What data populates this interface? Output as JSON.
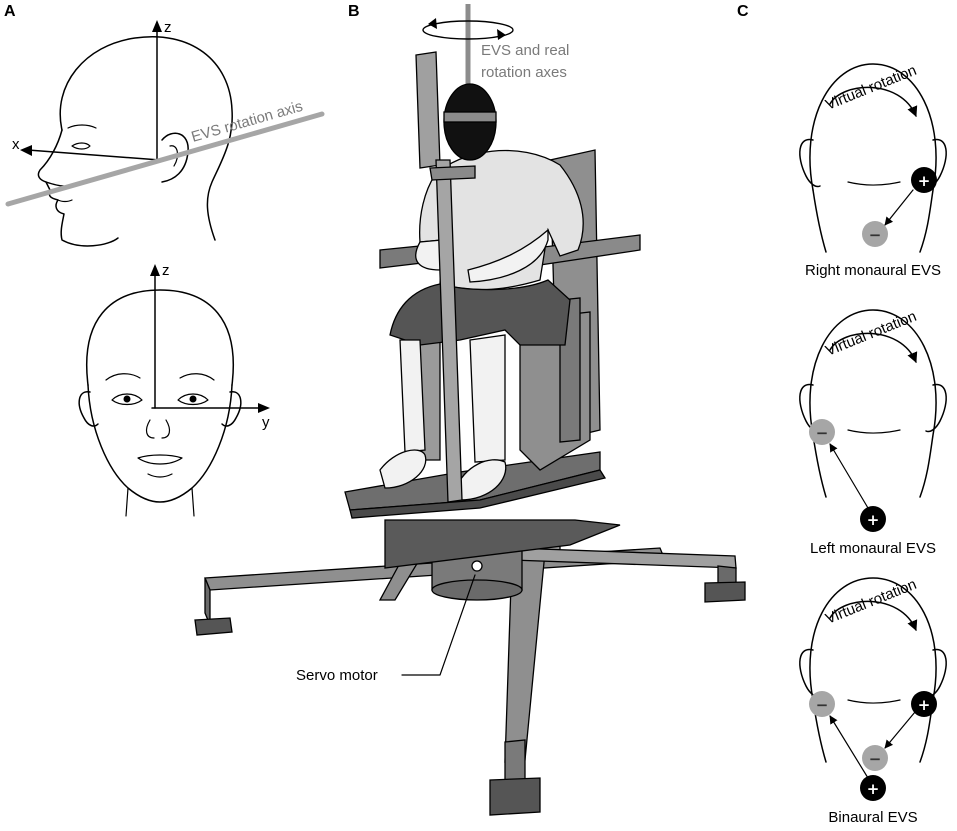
{
  "panels": {
    "a": {
      "letter": "A",
      "axis_x": "x",
      "axis_y": "y",
      "axis_z_top": "z",
      "axis_z_bottom": "z",
      "evs_axis_label": "EVS rotation axis",
      "evs_axis_color": "#a6a6a6"
    },
    "b": {
      "letter": "B",
      "rotation_label_line1": "EVS and real",
      "rotation_label_line2": "rotation axes",
      "servo_label": "Servo motor",
      "axis_color": "#8c8c8c"
    },
    "c": {
      "letter": "C",
      "virtual_rotation": "Virtual rotation",
      "heads": [
        {
          "caption": "Right monaural EVS",
          "arrow_text": "Virtual rotation"
        },
        {
          "caption": "Left monaural EVS",
          "arrow_text": "Virtual rotation"
        },
        {
          "caption": "Binaural EVS",
          "arrow_text": "Virtual rotation"
        }
      ],
      "anode_symbol": "+",
      "cathode_symbol": "−",
      "anode_color": "#000000",
      "cathode_color": "#a6a6a6"
    }
  }
}
